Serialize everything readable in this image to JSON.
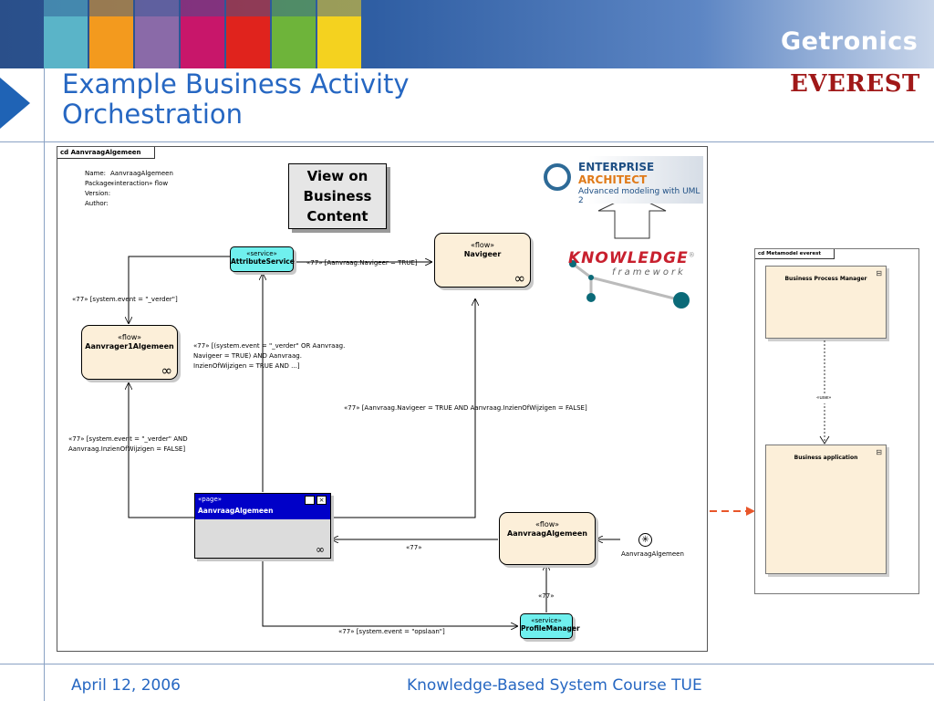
{
  "slide": {
    "title": "Example Business Activity Orchestration",
    "brand_top": "Getronics",
    "brand_bottom": "EVEREST",
    "footer_date": "April 12, 2006",
    "footer_course": "Knowledge-Based System Course TUE"
  },
  "colors": {
    "title": "#2667c2",
    "swatches": [
      "#5ab4c8",
      "#f39a1e",
      "#8a6aa8",
      "#c8166a",
      "#e0231d",
      "#6eb43a",
      "#f4d21f"
    ],
    "flow_node": "#fcefd9",
    "service_node": "#6ff0ee",
    "page_header": "#0000c8",
    "dashed_arrow": "#e8562a"
  },
  "diagram": {
    "frame_tab": "cd AanvraagAlgemeen",
    "meta": [
      {
        "key": "Name:",
        "value": "AanvraagAlgemeen"
      },
      {
        "key": "Package:",
        "value": "«interaction» flow"
      },
      {
        "key": "Version:",
        "value": ""
      },
      {
        "key": "Author:",
        "value": ""
      }
    ],
    "note": "View on Business Content",
    "ea_logo": {
      "line1": "ENTERPRISE",
      "line2": "ARCHITECT",
      "line3": "Advanced modeling with UML 2"
    },
    "kf_logo": {
      "line1": "KNOWLEDGE",
      "line2": "framework",
      "mark": "®"
    },
    "nodes": {
      "attribute_service": {
        "stereotype": "«service»",
        "name": "AttributeService"
      },
      "navigeer": {
        "stereotype": "«flow»",
        "name": "Navigeer"
      },
      "aanvrager1": {
        "stereotype": "«flow»",
        "name": "Aanvrager1Algemeen"
      },
      "page": {
        "stereotype": "«page»",
        "name": "AanvraagAlgemeen"
      },
      "flow_main": {
        "stereotype": "«flow»",
        "name": "AanvraagAlgemeen"
      },
      "profile_manager": {
        "stereotype": "«service»",
        "name": "ProfileManager"
      },
      "actor": {
        "name": "AanvraagAlgemeen"
      }
    },
    "labels": {
      "svc_to_navigeer": "«77» [Aanvraag.Navigeer = TRUE]",
      "verder": "«77» [system.event = \"_verder\"]",
      "complex_1": "«77» [(system.event = \"_verder\" OR Aanvraag.",
      "complex_2": "Navigeer = TRUE) AND  Aanvraag.",
      "complex_3": "InzienOfWijzigen = TRUE AND ...]",
      "nav_false": "«77» [Aanvraag.Navigeer = TRUE AND  Aanvraag.InzienOfWijzigen = FALSE]",
      "verder_and_1": "«77» [system.event = \"_verder\" AND",
      "verder_and_2": "Aanvraag.InzienOfWijzigen = FALSE]",
      "plain_77_a": "«77»",
      "plain_77_b": "«77»",
      "opslaan": "«77» [system.event = \"opslaan\"]"
    }
  },
  "metamodel": {
    "frame_tab": "cd Metamodel everest",
    "top_component": "Business Process Manager",
    "bottom_component": "Business application",
    "dependency": "«use»"
  }
}
